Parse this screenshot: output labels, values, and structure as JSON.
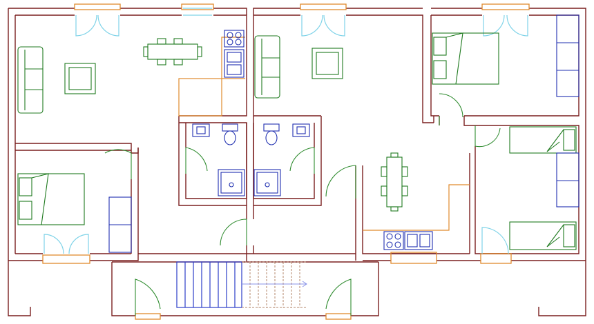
{
  "drawing": {
    "type": "apartment floor plan",
    "colors": {
      "wall": "#7a1f1f",
      "door": "#2e8b2e",
      "window": "#7fd3e8",
      "sill": "#e08a2c",
      "furniture": "#1f7a1f",
      "fixture": "#1f2fb0",
      "stair_up": "#2b3cc9",
      "stair_down": "#b3846a",
      "counter": "#e08a2c"
    },
    "rooms": [
      {
        "name": "living-room-west"
      },
      {
        "name": "bedroom-southwest"
      },
      {
        "name": "bathroom-west"
      },
      {
        "name": "bathroom-east"
      },
      {
        "name": "living-room-central"
      },
      {
        "name": "bedroom-northeast"
      },
      {
        "name": "bedroom-east"
      },
      {
        "name": "bedroom-southeast"
      },
      {
        "name": "kitchen-dining"
      },
      {
        "name": "stairwell"
      }
    ],
    "stairs": {
      "up_steps": 8,
      "down_steps": 8
    }
  }
}
